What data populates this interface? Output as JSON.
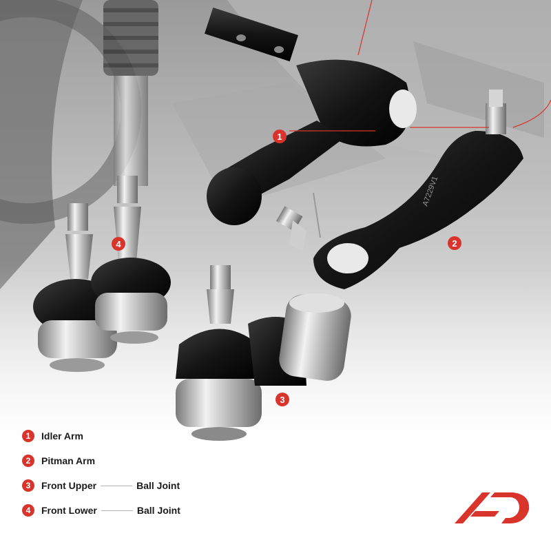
{
  "callouts": [
    {
      "number": "1",
      "label": "Idler Arm",
      "suffix": ""
    },
    {
      "number": "2",
      "label": "Pitman Arm",
      "suffix": ""
    },
    {
      "number": "3",
      "label": "Front Upper",
      "suffix": "Ball Joint"
    },
    {
      "number": "4",
      "label": "Front Lower",
      "suffix": "Ball Joint"
    }
  ],
  "part_marking": "A7229V1",
  "colors": {
    "accent": "#d8342c",
    "metal_dark": "#1b1b1b",
    "chrome": "#c9c9c9"
  }
}
